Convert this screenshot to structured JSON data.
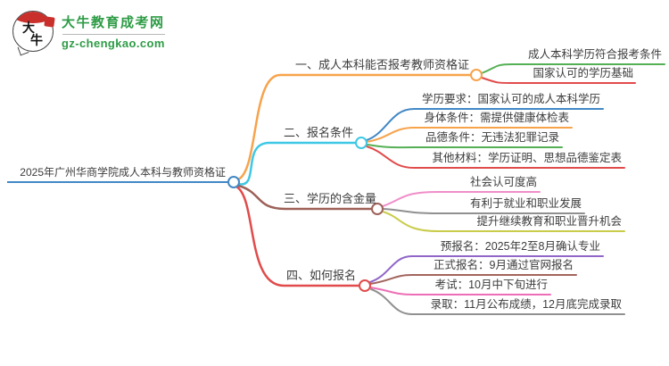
{
  "logo": {
    "icon_text_top": "大",
    "icon_text_bottom": "牛",
    "site_name": "大牛教育成考网",
    "site_url": "gz-chengkao.com",
    "brand_green": "#2e9c46",
    "seal_red": "#c9302c"
  },
  "palette": {
    "root_blue": "#4288c5",
    "orange": "#f7a34b",
    "cyan": "#3fc8e4",
    "green": "#55b055",
    "red": "#e14b4b",
    "brown": "#9d6158",
    "pink": "#ef8ec9",
    "gray": "#909090",
    "olive": "#c9cc4b",
    "purple": "#9066c8",
    "dark_brown": "#a3645d",
    "magenta_pink": "#ed6eb6",
    "text": "#3c3c3c"
  },
  "mindmap": {
    "root": {
      "label": "2025年广州华商学院成人本科与教师资格证",
      "color": "#4288c5"
    },
    "branches": [
      {
        "label": "一、成人本科能否报考教师资格证",
        "color": "#f7a34b",
        "children": [
          {
            "label": "成人本科学历符合报考条件",
            "color": "#55b055"
          },
          {
            "label": "国家认可的学历基础",
            "color": "#e14b4b"
          }
        ]
      },
      {
        "label": "二、报名条件",
        "color": "#3fc8e4",
        "children": [
          {
            "label": "学历要求：国家认可的成人本科学历",
            "color": "#4288c5"
          },
          {
            "label": "身体条件：需提供健康体检表",
            "color": "#f7a34b"
          },
          {
            "label": "品德条件：无违法犯罪记录",
            "color": "#55b055"
          },
          {
            "label": "其他材料：学历证明、思想品德鉴定表",
            "color": "#e14b4b"
          }
        ]
      },
      {
        "label": "三、学历的含金量",
        "color": "#9d6158",
        "children": [
          {
            "label": "社会认可度高",
            "color": "#ef8ec9"
          },
          {
            "label": "有利于就业和职业发展",
            "color": "#909090"
          },
          {
            "label": "提升继续教育和职业晋升机会",
            "color": "#c9cc4b"
          }
        ]
      },
      {
        "label": "四、如何报名",
        "color": "#e14b4b",
        "children": [
          {
            "label": "预报名：2025年2至8月确认专业",
            "color": "#9066c8"
          },
          {
            "label": "正式报名：9月通过官网报名",
            "color": "#a3645d"
          },
          {
            "label": "考试：10月中下旬进行",
            "color": "#ed6eb6"
          },
          {
            "label": "录取：11月公布成绩，12月底完成录取",
            "color": "#909090"
          }
        ]
      }
    ]
  }
}
